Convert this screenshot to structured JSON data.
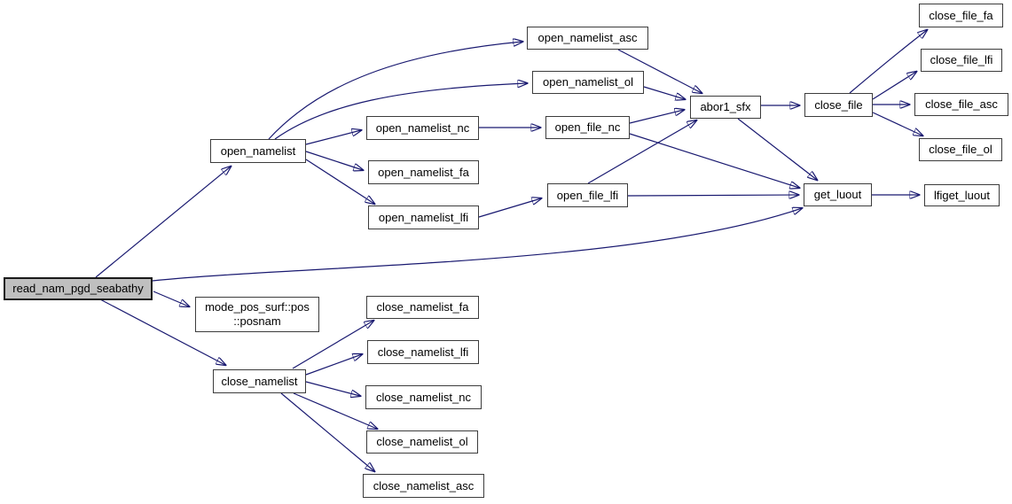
{
  "diagram": {
    "type": "call-graph",
    "root": "read_nam_pgd_seabathy",
    "colors": {
      "edge": "#191970",
      "node_fill": "#ffffff",
      "node_border": "#3c3c3c",
      "root_fill": "#bfbfbf",
      "root_border": "#1a1a1a",
      "text": "#000000",
      "background": "#ffffff"
    },
    "nodes": [
      {
        "id": "read_nam_pgd_seabathy",
        "label": "read_nam_pgd_seabathy"
      },
      {
        "id": "open_namelist",
        "label": "open_namelist"
      },
      {
        "id": "open_namelist_asc",
        "label": "open_namelist_asc"
      },
      {
        "id": "open_namelist_ol",
        "label": "open_namelist_ol"
      },
      {
        "id": "open_namelist_nc",
        "label": "open_namelist_nc"
      },
      {
        "id": "open_namelist_fa",
        "label": "open_namelist_fa"
      },
      {
        "id": "open_namelist_lfi",
        "label": "open_namelist_lfi"
      },
      {
        "id": "open_file_nc",
        "label": "open_file_nc"
      },
      {
        "id": "open_file_lfi",
        "label": "open_file_lfi"
      },
      {
        "id": "abor1_sfx",
        "label": "abor1_sfx"
      },
      {
        "id": "close_file",
        "label": "close_file"
      },
      {
        "id": "close_file_fa",
        "label": "close_file_fa"
      },
      {
        "id": "close_file_lfi",
        "label": "close_file_lfi"
      },
      {
        "id": "close_file_asc",
        "label": "close_file_asc"
      },
      {
        "id": "close_file_ol",
        "label": "close_file_ol"
      },
      {
        "id": "get_luout",
        "label": "get_luout"
      },
      {
        "id": "lfiget_luout",
        "label": "lfiget_luout"
      },
      {
        "id": "mode_pos_surf_posnam",
        "label": "mode_pos_surf::pos\n::posnam"
      },
      {
        "id": "close_namelist",
        "label": "close_namelist"
      },
      {
        "id": "close_namelist_fa",
        "label": "close_namelist_fa"
      },
      {
        "id": "close_namelist_lfi",
        "label": "close_namelist_lfi"
      },
      {
        "id": "close_namelist_nc",
        "label": "close_namelist_nc"
      },
      {
        "id": "close_namelist_ol",
        "label": "close_namelist_ol"
      },
      {
        "id": "close_namelist_asc",
        "label": "close_namelist_asc"
      }
    ],
    "edges": [
      {
        "from": "read_nam_pgd_seabathy",
        "to": "open_namelist"
      },
      {
        "from": "read_nam_pgd_seabathy",
        "to": "mode_pos_surf_posnam"
      },
      {
        "from": "read_nam_pgd_seabathy",
        "to": "close_namelist"
      },
      {
        "from": "read_nam_pgd_seabathy",
        "to": "get_luout"
      },
      {
        "from": "open_namelist",
        "to": "open_namelist_asc"
      },
      {
        "from": "open_namelist",
        "to": "open_namelist_ol"
      },
      {
        "from": "open_namelist",
        "to": "open_namelist_nc"
      },
      {
        "from": "open_namelist",
        "to": "open_namelist_fa"
      },
      {
        "from": "open_namelist",
        "to": "open_namelist_lfi"
      },
      {
        "from": "open_namelist_nc",
        "to": "open_file_nc"
      },
      {
        "from": "open_namelist_lfi",
        "to": "open_file_lfi"
      },
      {
        "from": "open_namelist_asc",
        "to": "abor1_sfx"
      },
      {
        "from": "open_namelist_ol",
        "to": "abor1_sfx"
      },
      {
        "from": "open_file_nc",
        "to": "abor1_sfx"
      },
      {
        "from": "open_file_nc",
        "to": "get_luout"
      },
      {
        "from": "open_file_lfi",
        "to": "abor1_sfx"
      },
      {
        "from": "open_file_lfi",
        "to": "get_luout"
      },
      {
        "from": "abor1_sfx",
        "to": "close_file"
      },
      {
        "from": "abor1_sfx",
        "to": "get_luout"
      },
      {
        "from": "close_file",
        "to": "close_file_fa"
      },
      {
        "from": "close_file",
        "to": "close_file_lfi"
      },
      {
        "from": "close_file",
        "to": "close_file_asc"
      },
      {
        "from": "close_file",
        "to": "close_file_ol"
      },
      {
        "from": "get_luout",
        "to": "lfiget_luout"
      },
      {
        "from": "close_namelist",
        "to": "close_namelist_fa"
      },
      {
        "from": "close_namelist",
        "to": "close_namelist_lfi"
      },
      {
        "from": "close_namelist",
        "to": "close_namelist_nc"
      },
      {
        "from": "close_namelist",
        "to": "close_namelist_ol"
      },
      {
        "from": "close_namelist",
        "to": "close_namelist_asc"
      }
    ]
  }
}
